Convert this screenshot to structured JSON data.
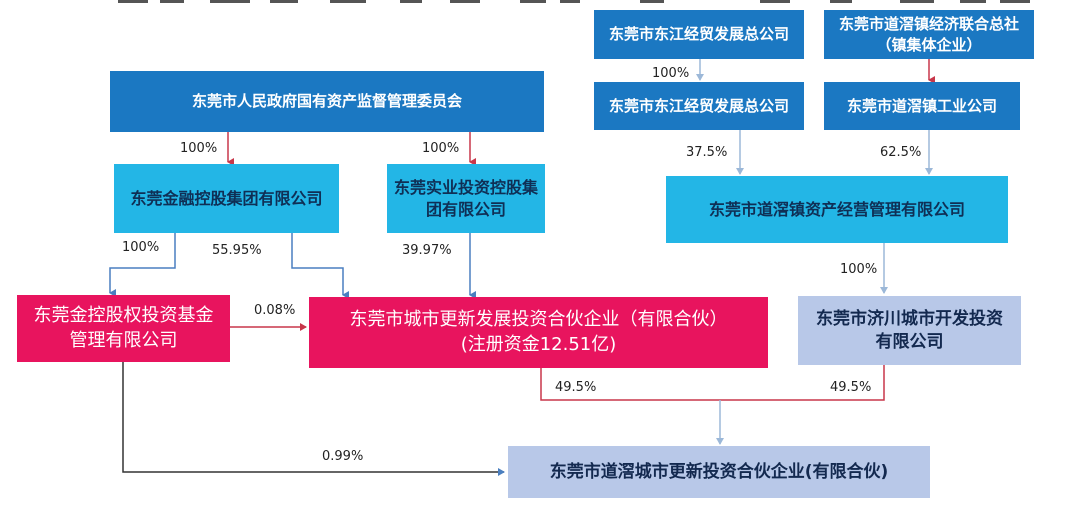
{
  "entities": {
    "sasac": "东莞市人民政府国有资产监督管理委员会",
    "dongjiang_top": "东莞市东江经贸发展总公司",
    "daojiao_union": "东莞市道滘镇经济联合总社（镇集体企业）",
    "dongjiang_second": "东莞市东江经贸发展总公司",
    "daojiao_industry": "东莞市道滘镇工业公司",
    "financial_holding": "东莞金融控股集团有限公司",
    "industrial_investment": "东莞实业投资控股集团有限公司",
    "daojiao_asset": "东莞市道滘镇资产经营管理有限公司",
    "jinkong_fund": "东莞金控股权投资基金管理有限公司",
    "urban_renewal": "东莞市城市更新发展投资合伙企业（有限合伙）",
    "urban_renewal_capital": "(注册资金12.51亿)",
    "jichuan": "东莞市济川城市开发投资有限公司",
    "daojiao_partnership": "东莞市道滘城市更新投资合伙企业(有限合伙)"
  },
  "percentages": {
    "dongjiang_to_second": "100%",
    "sasac_to_financial": "100%",
    "sasac_to_industrial": "100%",
    "dongjiang_to_asset": "37.5%",
    "industry_to_asset": "62.5%",
    "financial_to_fund": "100%",
    "financial_to_renewal": "55.95%",
    "industrial_to_renewal": "39.97%",
    "fund_to_renewal": "0.08%",
    "asset_to_jichuan": "100%",
    "renewal_to_partnership": "49.5%",
    "jichuan_to_partnership": "49.5%",
    "fund_to_partnership": "0.99%"
  },
  "colors": {
    "dark_blue": "#1b78c2",
    "light_blue": "#23b6e6",
    "pink": "#e8145e",
    "lavender": "#b8c8e8",
    "red_line": "#c8374a",
    "blue_line": "#4a7fc0",
    "black_line": "#333333"
  }
}
